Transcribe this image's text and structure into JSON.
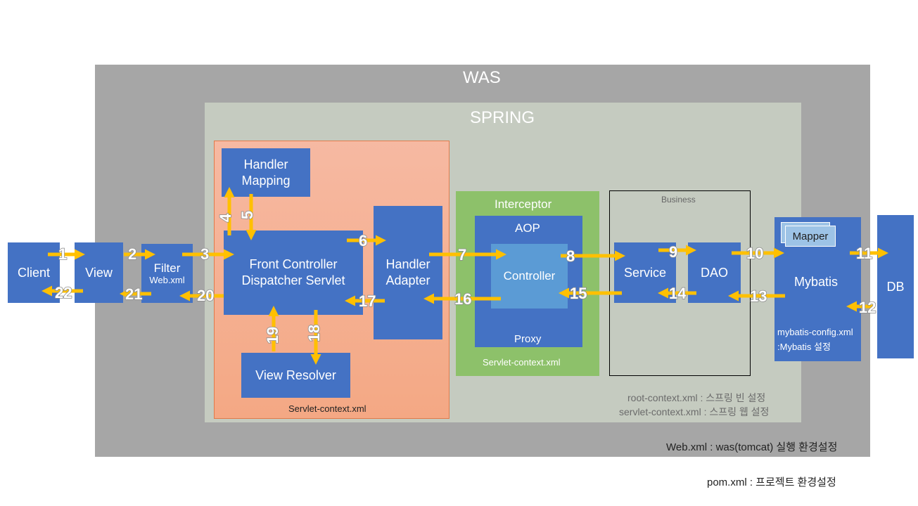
{
  "containers": {
    "was": "WAS",
    "spring": "SPRING",
    "dispatcher_context": "Servlet-context.xml",
    "interceptor": "Interceptor",
    "interceptor_context": "Servlet-context.xml",
    "business": "Business"
  },
  "boxes": {
    "client": "Client",
    "view": "View",
    "filter": "Filter",
    "filter_sub": "Web.xml",
    "handler_mapping_1": "Handler",
    "handler_mapping_2": "Mapping",
    "front_controller_1": "Front Controller",
    "front_controller_2": "Dispatcher Servlet",
    "handler_adapter_1": "Handler",
    "handler_adapter_2": "Adapter",
    "view_resolver": "View Resolver",
    "aop": "AOP",
    "controller": "Controller",
    "proxy": "Proxy",
    "service": "Service",
    "dao": "DAO",
    "mapper": "Mapper",
    "mybatis": "Mybatis",
    "mybatis_config_1": "mybatis-config.xml",
    "mybatis_config_2": ":Mybatis 설정",
    "db": "DB"
  },
  "notes": {
    "root_context": "root-context.xml : 스프링 빈 설정",
    "servlet_context": "servlet-context.xml : 스프링 웹 설정",
    "web_xml": "Web.xml : was(tomcat) 실행 환경설정",
    "pom_xml": "pom.xml : 프로젝트 환경설정"
  },
  "steps": [
    "1",
    "2",
    "3",
    "4",
    "5",
    "6",
    "7",
    "8",
    "9",
    "10",
    "11",
    "12",
    "13",
    "14",
    "15",
    "16",
    "17",
    "18",
    "19",
    "20",
    "21",
    "22"
  ],
  "colors": {
    "was_bg": "#a6a6a6",
    "spring_bg": "#c5cbc0",
    "dispatcher_bg": "#f5b49a",
    "interceptor_bg": "#8dc16a",
    "box_blue": "#4472c4",
    "controller_blue": "#5b9bd5",
    "arrow": "#ffc000"
  }
}
